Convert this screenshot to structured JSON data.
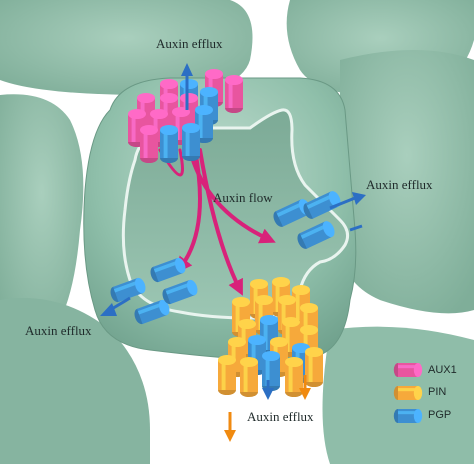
{
  "labels": {
    "efflux_top": "Auxin efflux",
    "efflux_right": "Auxin efflux",
    "efflux_left": "Auxin efflux",
    "efflux_bottom": "Auxin efflux",
    "flow": "Auxin flow"
  },
  "legend": [
    {
      "label": "AUX1",
      "color": "#e8559f"
    },
    {
      "label": "PIN",
      "color": "#f6a93b"
    },
    {
      "label": "PGP",
      "color": "#3d8fd1"
    }
  ],
  "colors": {
    "cell_fill": "#8fbfaa",
    "cell_light": "#b3d6c6",
    "cell_dark": "#6fa38e",
    "flow_arrow": "#d8227a",
    "efflux_arrow_blue": "#2c6fc4",
    "efflux_arrow_orange": "#f08a10"
  }
}
